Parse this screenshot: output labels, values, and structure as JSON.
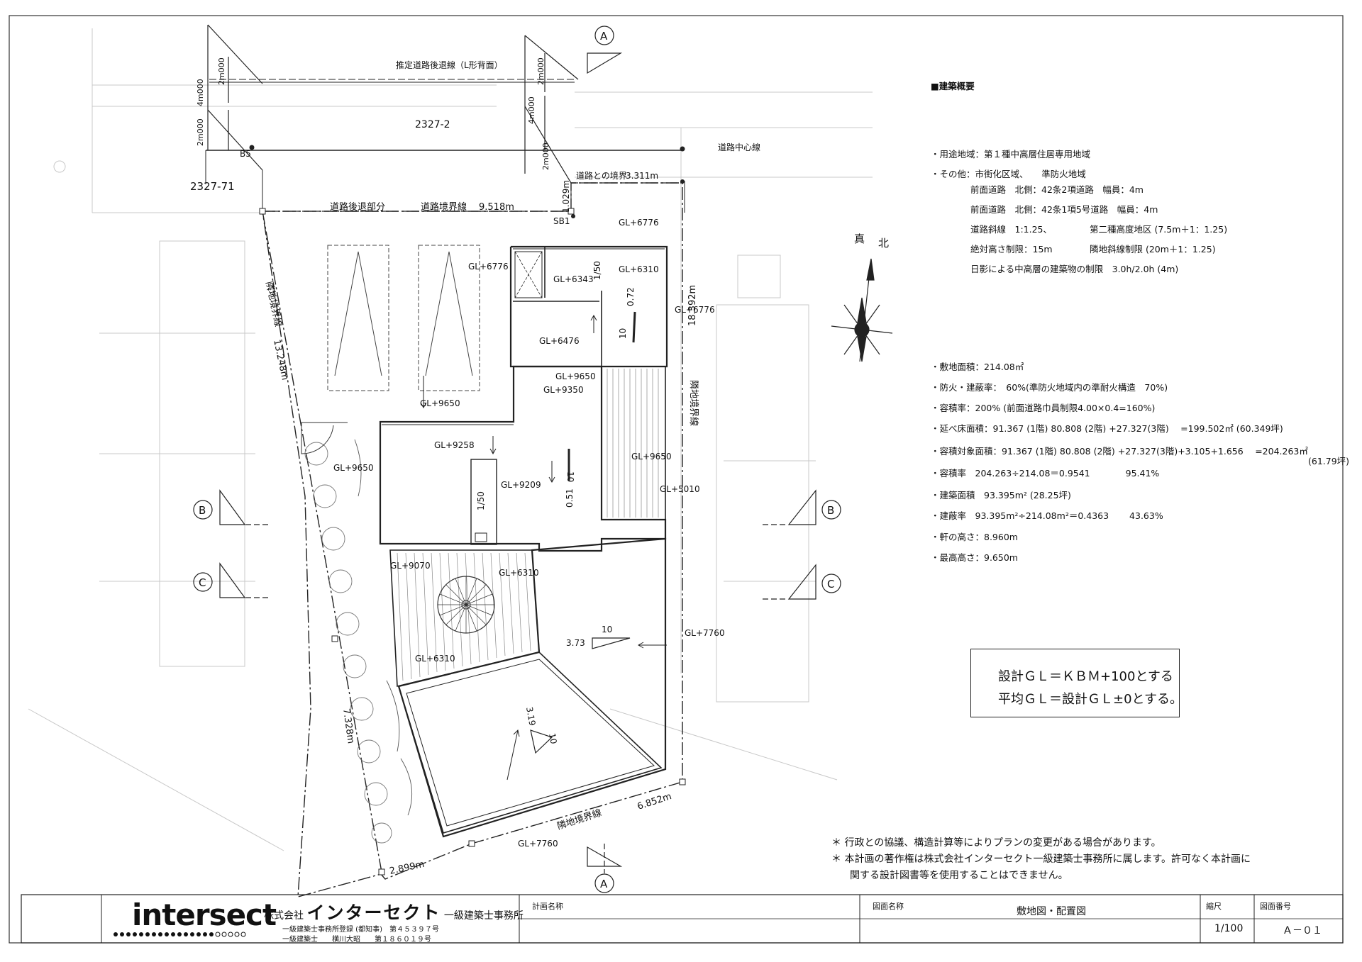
{
  "site": {
    "lot_top": "2327-2",
    "lot_left": "2327-71",
    "road_setback_line": "推定道路後退線（L形背面）",
    "road_center_line": "道路中心線",
    "road_setback_part": "道路後退部分",
    "road_boundary_line": "道路境界線",
    "road_boundary_length": "9.518m",
    "road_boundary_with": "道路との境界",
    "road_boundary_with_length": "3.311m",
    "setback_1029": "1.029m",
    "dim_4000_left": "4m000",
    "dim_2000_left_top": "2m000",
    "dim_2000_left_bottom": "2m000",
    "dim_4000_right": "4m000",
    "dim_2000_right_top": "2m000",
    "dim_2000_right_bottom": "2m000",
    "point_b5": "B5",
    "point_sb1": "SB1",
    "boundary_left_label": "隣地境界線",
    "boundary_left_length": "13.248m",
    "boundary_right_label": "隣地境界線",
    "boundary_right_length": "18.392m",
    "boundary_bottom_label": "隣地境界線",
    "boundary_bottom_length": "6.852m",
    "boundary_sw_length": "7.328m",
    "boundary_bottom_left_length": "2.899m"
  },
  "levels": {
    "gl_6776_a": "GL+6776",
    "gl_6776_b": "GL+6776",
    "gl_6776_c": "GL+6776",
    "gl_6343": "GL+6343",
    "gl_6310_a": "GL+6310",
    "gl_6476": "GL+6476",
    "gl_9650_a": "GL+9650",
    "gl_9350": "GL+9350",
    "gl_9650_b": "GL+9650",
    "gl_9258": "GL+9258",
    "gl_9209": "GL+9209",
    "gl_9650_c": "GL+9650",
    "gl_9650_d": "GL+9650",
    "gl_5010": "GL+5010",
    "gl_9070": "GL+9070",
    "gl_6310_b": "GL+6310",
    "gl_6310_c": "GL+6310",
    "gl_7760_a": "GL+7760",
    "gl_7760_b": "GL+7760"
  },
  "slopes": {
    "s_150_a": "1/50",
    "s_072": "0.72",
    "s_10_a": "10",
    "s_10_b": "10",
    "s_051": "0.51",
    "s_150_b": "1/50",
    "s_10_c": "10",
    "s_373": "3.73",
    "s_319": "3.19",
    "s_10_d": "10"
  },
  "sections": {
    "a_top": "A",
    "a_bottom": "A",
    "b_left": "B",
    "b_right": "B",
    "c_left": "C",
    "c_right": "C"
  },
  "north": {
    "label_true": "真",
    "label_north": "北"
  },
  "summary": {
    "heading": "■建築概要",
    "use_zone": "・用途地域：第１種中高層住居専用地域",
    "other": "・その他：市街化区域、　　準防火地域",
    "front_road_1": "前面道路　北側：42条2項道路　幅員：4m",
    "front_road_2": "前面道路　北側：42条1項5号道路　幅員：4m",
    "road_slope": "道路斜線　1:1.25、",
    "height_district": "第二種高度地区 (7.5m＋1：1.25)",
    "absolute_height": "絶対高さ制限：15m",
    "neighbor_slope": "隣地斜線制限 (20m＋1：1.25)",
    "shadow": "日影による中高層の建築物の制限　3.0h/2.0h (4m)",
    "site_area": "・敷地面積：214.08㎡",
    "coverage_fire": "・防火・建蔽率：　60%(準防火地域内の準耐火構造　70%)",
    "far_limit": "・容積率：200% (前面道路巾員制限4.00×0.4=160%)",
    "total_floor": "・延べ床面積：91.367 (1階) 80.808 (2階) +27.327(3階)　 =199.502㎡ (60.349坪)",
    "far_area": "・容積対象面積：91.367 (1階) 80.808 (2階) +27.327(3階)+3.105+1.656　 =204.263㎡",
    "far_area_tsubo": "(61.79坪)",
    "far_ratio": "・容積率　204.263÷214.08＝0.9541　　　　95.41%",
    "building_area": "・建築面積　93.395m² (28.25坪)",
    "coverage_ratio": "・建蔽率　93.395m²÷214.08m²＝0.4363　　 43.63%",
    "eave_height": "・軒の高さ：8.960m",
    "max_height": "・最高高さ：9.650m"
  },
  "gl_box": {
    "line1": "設計ＧＬ＝ＫＢＭ+100とする",
    "line2": "平均ＧＬ＝設計ＧＬ±0とする。"
  },
  "notes": {
    "note1": "＊ 行政との協議、構造計算等によりプランの変更がある場合があります。",
    "note2": "＊ 本計画の著作権は株式会社インターセクト一級建築士事務所に属します。許可なく本計画に",
    "note3": "関する設計図書等を使用することはできません。"
  },
  "title_block": {
    "logo": "intersect",
    "company_prefix": "株式会社",
    "company_name": "インターセクト",
    "company_suffix": "一級建築士事務所",
    "registration": "一級建築士事務所登録 (都知事)　第４５３９７号",
    "architect": "一級建築士　　横川大昭　　第１８６０１９号",
    "project_label": "計画名称",
    "drawing_label": "図面名称",
    "drawing_name": "敷地図・配置図",
    "scale_label": "縮尺",
    "scale": "1/100",
    "number_label": "図面番号",
    "number": "Ａ－０１"
  }
}
